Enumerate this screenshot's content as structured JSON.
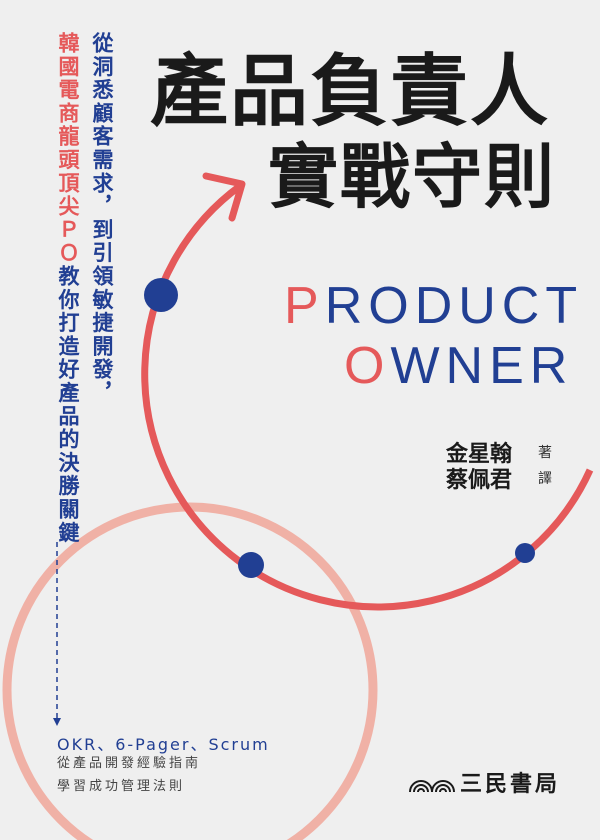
{
  "cover": {
    "title_line1": "產品負責人",
    "title_line2": "實戰守則",
    "english_line1_first": "P",
    "english_line1_rest": "RODUCT",
    "english_line2_first": "O",
    "english_line2_rest": "WNER",
    "subtitle_col1": "從洞悉顧客需求，到引領敏捷開發，",
    "subtitle_col2_red": "韓國電商龍頭頂尖ＰＯ",
    "subtitle_col2_rest": "教你打造好產品的決勝關鍵",
    "author_name": "金星翰",
    "author_role": "著",
    "translator_name": "蔡佩君",
    "translator_role": "譯",
    "tagline1": "OKR、6-Pager、Scrum",
    "tagline2": "從產品開發經驗指南",
    "tagline3": "學習成功管理法則",
    "publisher": "三民書局"
  },
  "colors": {
    "blue": "#213f93",
    "red": "#e5595a",
    "pink": "#f0b1a6",
    "background": "#efefef"
  }
}
